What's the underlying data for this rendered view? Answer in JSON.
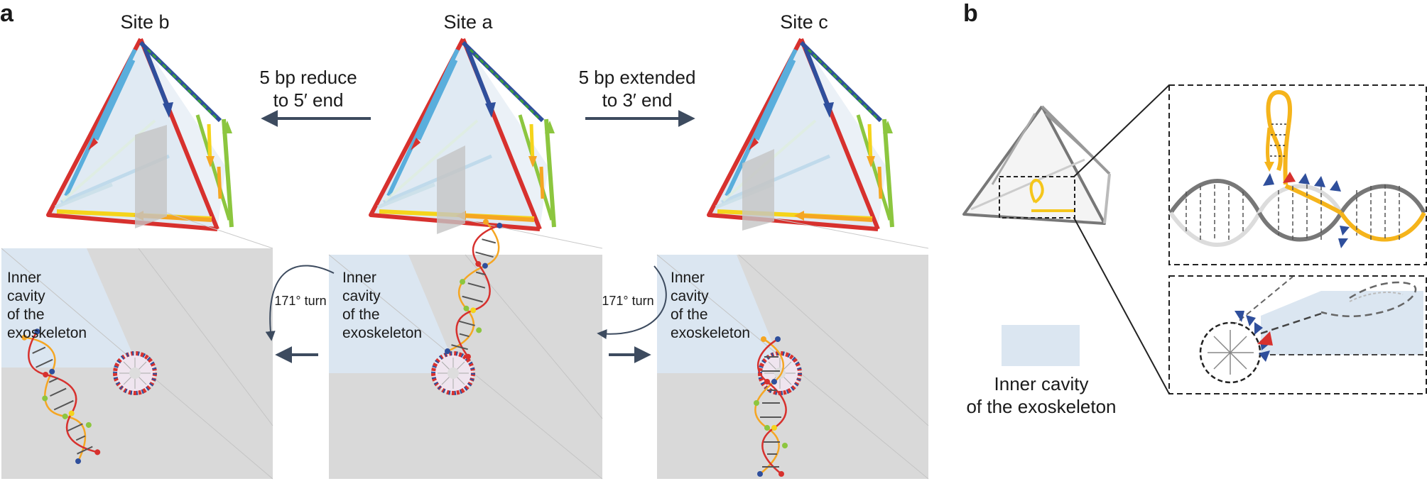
{
  "panels": {
    "a": {
      "letter": "a",
      "sites": {
        "b": "Site b",
        "a": "Site a",
        "c": "Site c"
      },
      "reduce_note": [
        "5 bp reduce",
        "to 5′ end"
      ],
      "extend_note": [
        "5 bp extended",
        "to 3′ end"
      ],
      "turn_label": "171° turn",
      "cavity_lines": [
        "Inner",
        "cavity",
        "of the",
        "exoskeleton"
      ]
    },
    "b": {
      "letter": "b",
      "legend_lines": [
        "Inner cavity",
        "of the exoskeleton"
      ]
    }
  },
  "colors": {
    "red": "#d7312e",
    "light_blue": "#5aaedc",
    "dark_blue": "#2f4f9c",
    "green": "#8cc63f",
    "yellow": "#f5d41b",
    "orange": "#f5a623",
    "cavity": "#dbe6f1",
    "box_gray": "#d9d9d9",
    "arrow_gray": "#3d4b5f"
  }
}
